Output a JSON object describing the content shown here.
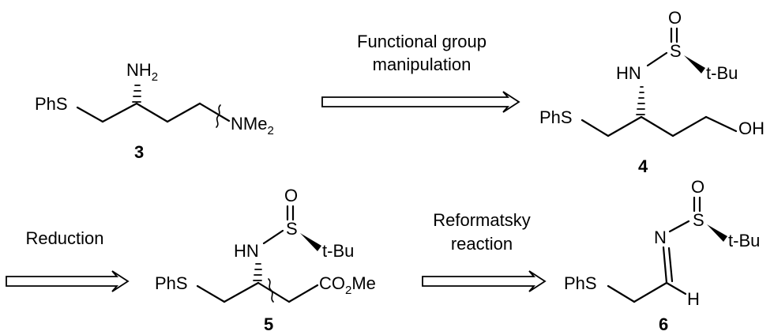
{
  "compound_3": {
    "number": "3",
    "phs": "PhS",
    "nh": "NH",
    "nh_sub": "2",
    "nme": "NMe",
    "nme_sub": "2"
  },
  "compound_4": {
    "number": "4",
    "o": "O",
    "s": "S",
    "tbu": "t-Bu",
    "hn": "HN",
    "phs": "PhS",
    "oh": "OH"
  },
  "compound_5": {
    "number": "5",
    "o": "O",
    "s": "S",
    "tbu": "t-Bu",
    "hn": "HN",
    "phs": "PhS",
    "co2me_a": "CO",
    "co2me_sub": "2",
    "co2me_b": "Me"
  },
  "compound_6": {
    "number": "6",
    "o": "O",
    "s": "S",
    "tbu": "t-Bu",
    "n": "N",
    "phs": "PhS",
    "h": "H"
  },
  "arrows": [
    {
      "lines": [
        "Functional group",
        "manipulation"
      ]
    },
    {
      "lines": [
        "Reduction"
      ]
    },
    {
      "lines": [
        "Reformatsky",
        "reaction"
      ]
    }
  ]
}
